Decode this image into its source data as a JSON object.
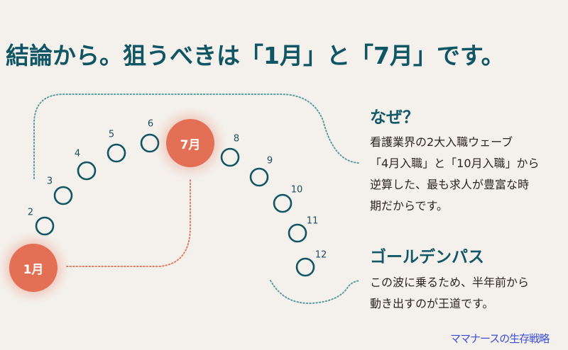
{
  "title": "結論から。狙うべきは「1月」と「7月」です。",
  "months": {
    "m2": "2",
    "m3": "3",
    "m4": "4",
    "m5": "5",
    "m6": "6",
    "m8": "8",
    "m9": "9",
    "m10": "10",
    "m11": "11",
    "m12": "12"
  },
  "highlight": {
    "jan": "1月",
    "jul": "7月"
  },
  "why": {
    "heading": "なぜ？",
    "lines": [
      "看護業界の2大入職ウェーブ",
      "「4月入職」と「10月入職」から",
      "逆算した、最も求人が豊富な時",
      "期だからです。"
    ]
  },
  "golden": {
    "heading": "ゴールデンパス",
    "lines": [
      "この波に乗るため、半年前から",
      "動き出すのが王道です。"
    ]
  },
  "watermark": "ママナースの生存戦略",
  "colors": {
    "teal": "#0f5563",
    "accent": "#e36f55",
    "background": "#f4f1ec"
  }
}
